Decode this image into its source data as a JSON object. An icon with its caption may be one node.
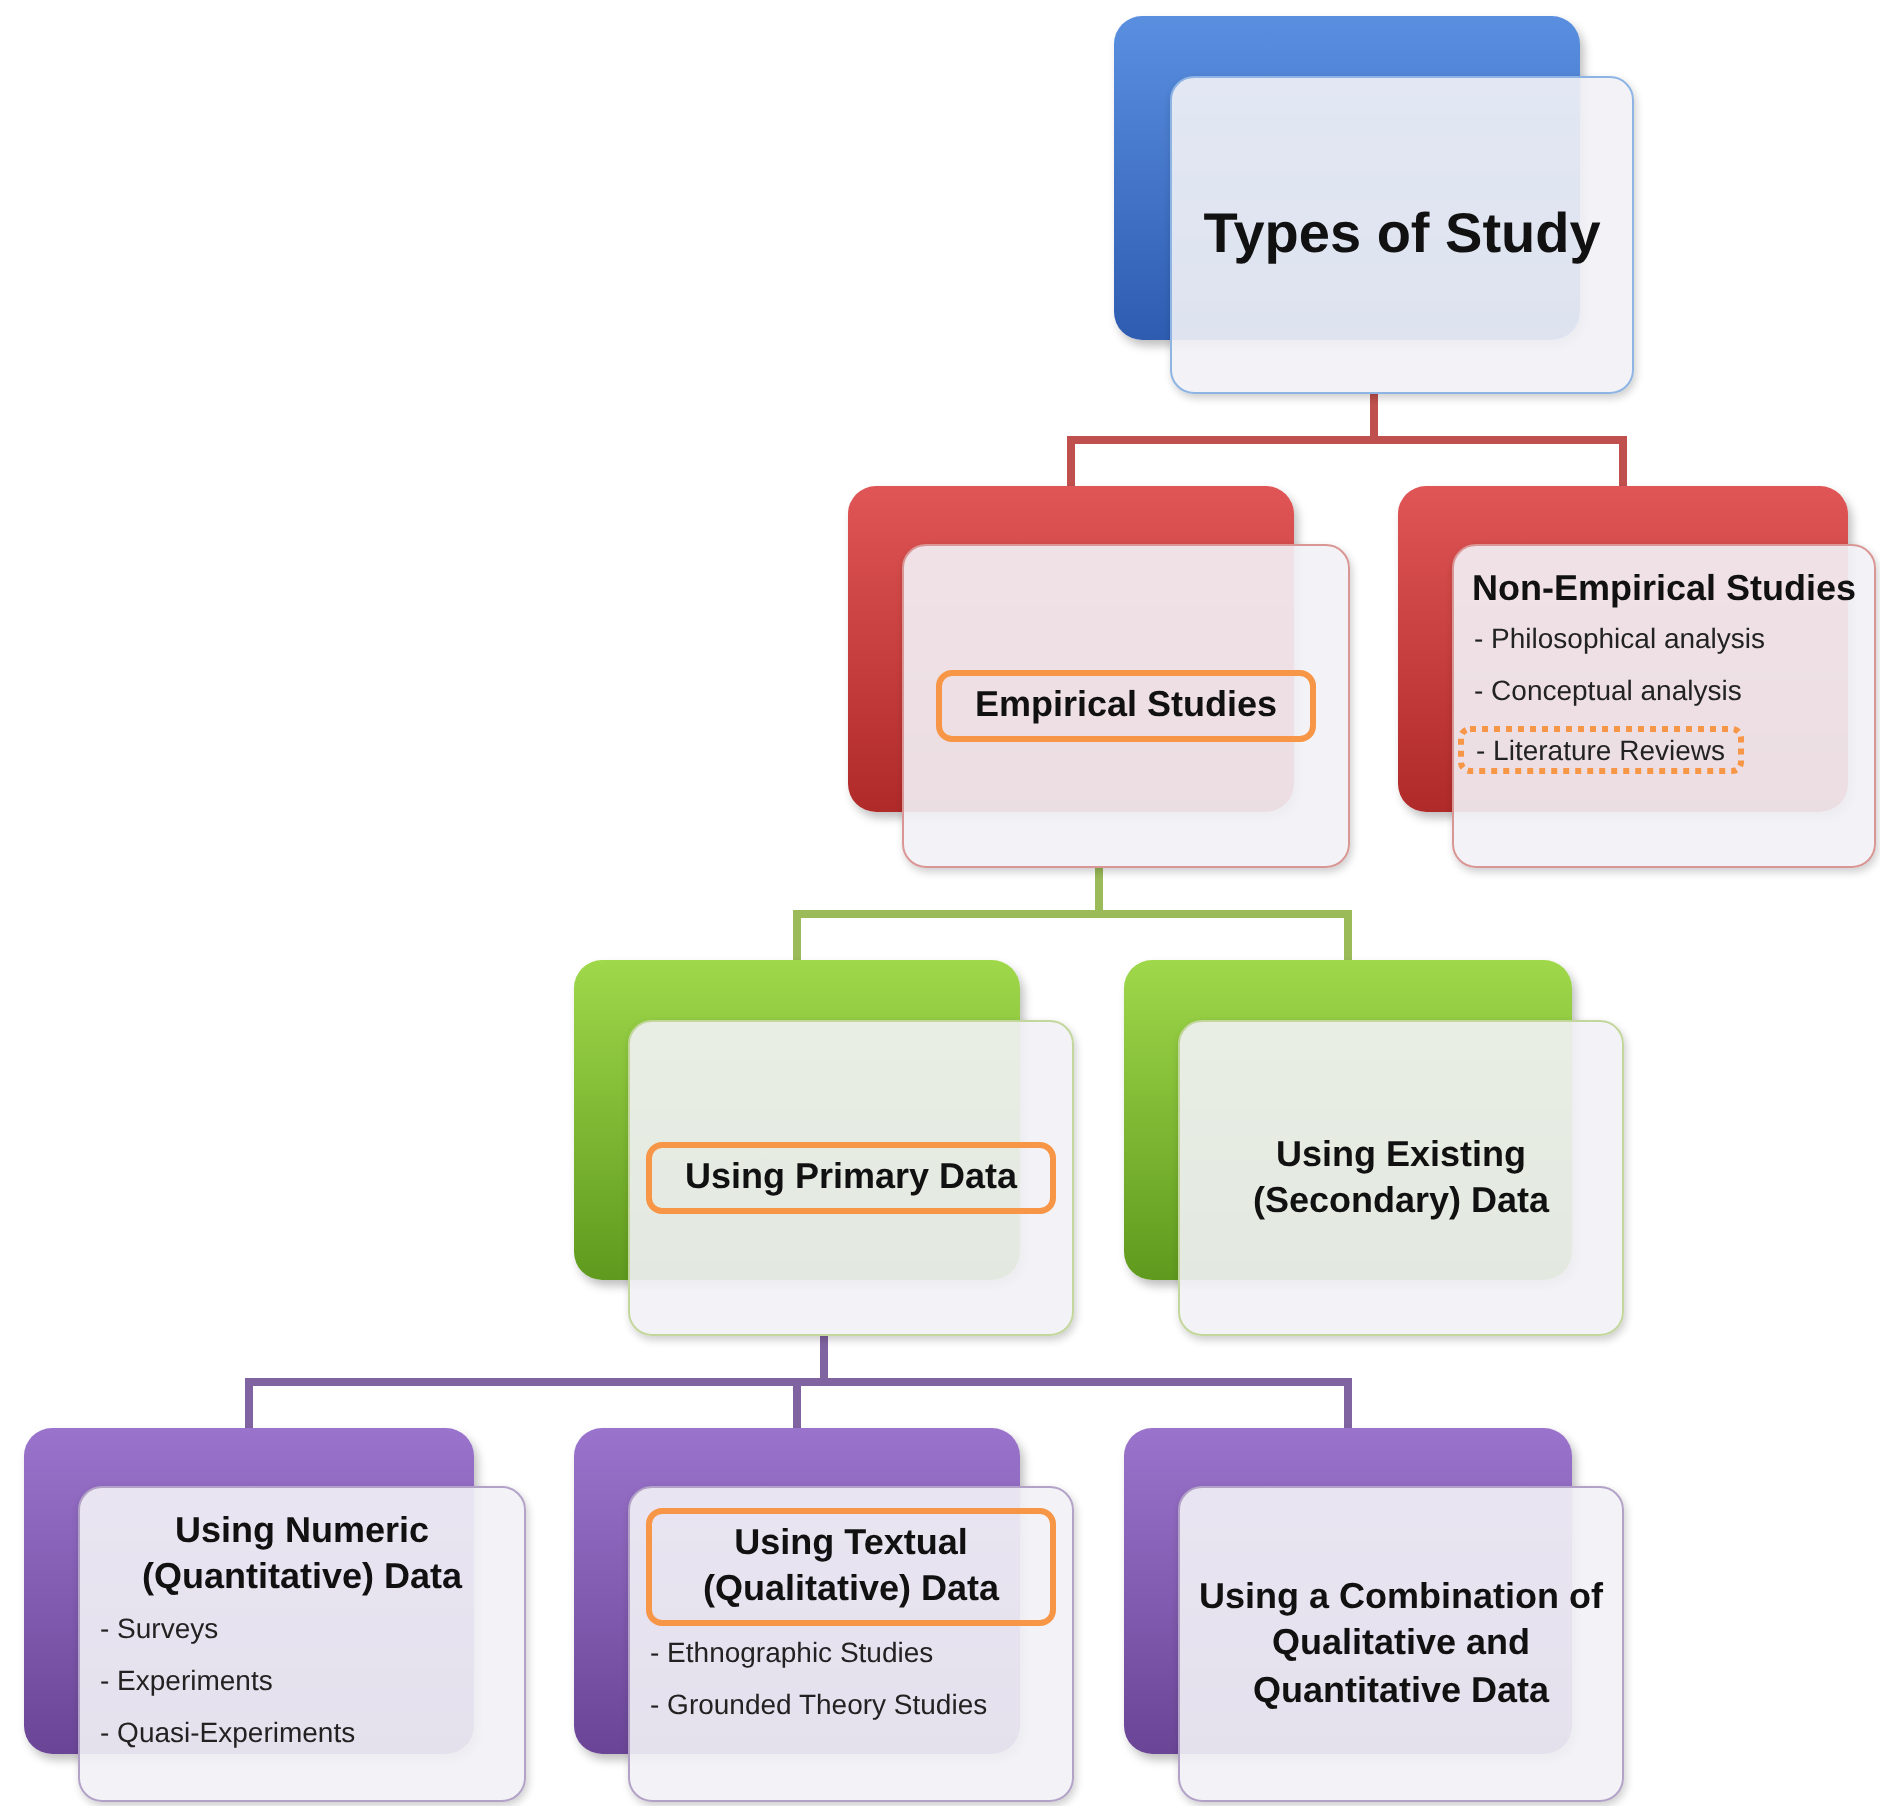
{
  "diagram": {
    "nodes": [
      {
        "text": [
          "Types of Study"
        ]
      },
      {
        "text": [
          "Empirical Studies"
        ]
      },
      {
        "text": [
          "Non-Empirical Studies",
          "- Philosophical analysis",
          "- Conceptual analysis",
          "- Literature Reviews"
        ]
      },
      {
        "text": [
          "Using Primary Data"
        ]
      },
      {
        "text": [
          "Using Existing (Secondary) Data"
        ]
      },
      {
        "text": [
          "Using Numeric (Quantitative) Data",
          "- Surveys",
          "- Experiments",
          "- Quasi-Experiments"
        ]
      },
      {
        "text": [
          "Using Textual (Qualitative) Data",
          "- Ethnographic Studies",
          "- Grounded Theory Studies"
        ]
      },
      {
        "text": [
          "Using a Combination of Qualitative and Quantitative Data"
        ]
      }
    ],
    "edges": [
      {
        "from": 0,
        "to": 1,
        "arrow": "none",
        "color": "#c0504d"
      },
      {
        "from": 0,
        "to": 2,
        "arrow": "none",
        "color": "#c0504d"
      },
      {
        "from": 1,
        "to": 3,
        "arrow": "none",
        "color": "#9bbb59"
      },
      {
        "from": 1,
        "to": 4,
        "arrow": "none",
        "color": "#9bbb59"
      },
      {
        "from": 3,
        "to": 5,
        "arrow": "none"
      },
      {
        "from": 3,
        "to": 6,
        "arrow": "none"
      },
      {
        "from": 3,
        "to": 7,
        "arrow": "none"
      }
    ]
  }
}
